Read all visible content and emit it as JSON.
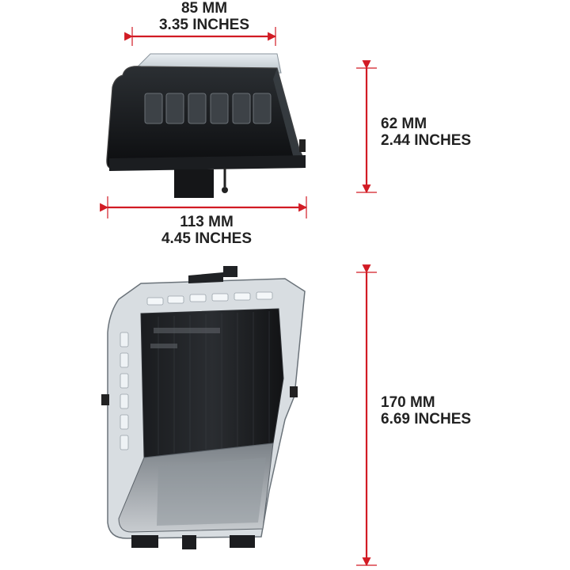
{
  "dimensions": {
    "top_width": {
      "mm": "85 MM",
      "inches": "3.35 INCHES"
    },
    "top_height": {
      "mm": "62 MM",
      "inches": "2.44 INCHES"
    },
    "base_width": {
      "mm": "113 MM",
      "inches": "4.45 INCHES"
    },
    "bottom_height": {
      "mm": "170 MM",
      "inches": "6.69 INCHES"
    }
  },
  "colors": {
    "arrow": "#d21b24",
    "text": "#222222",
    "background": "#ffffff"
  }
}
